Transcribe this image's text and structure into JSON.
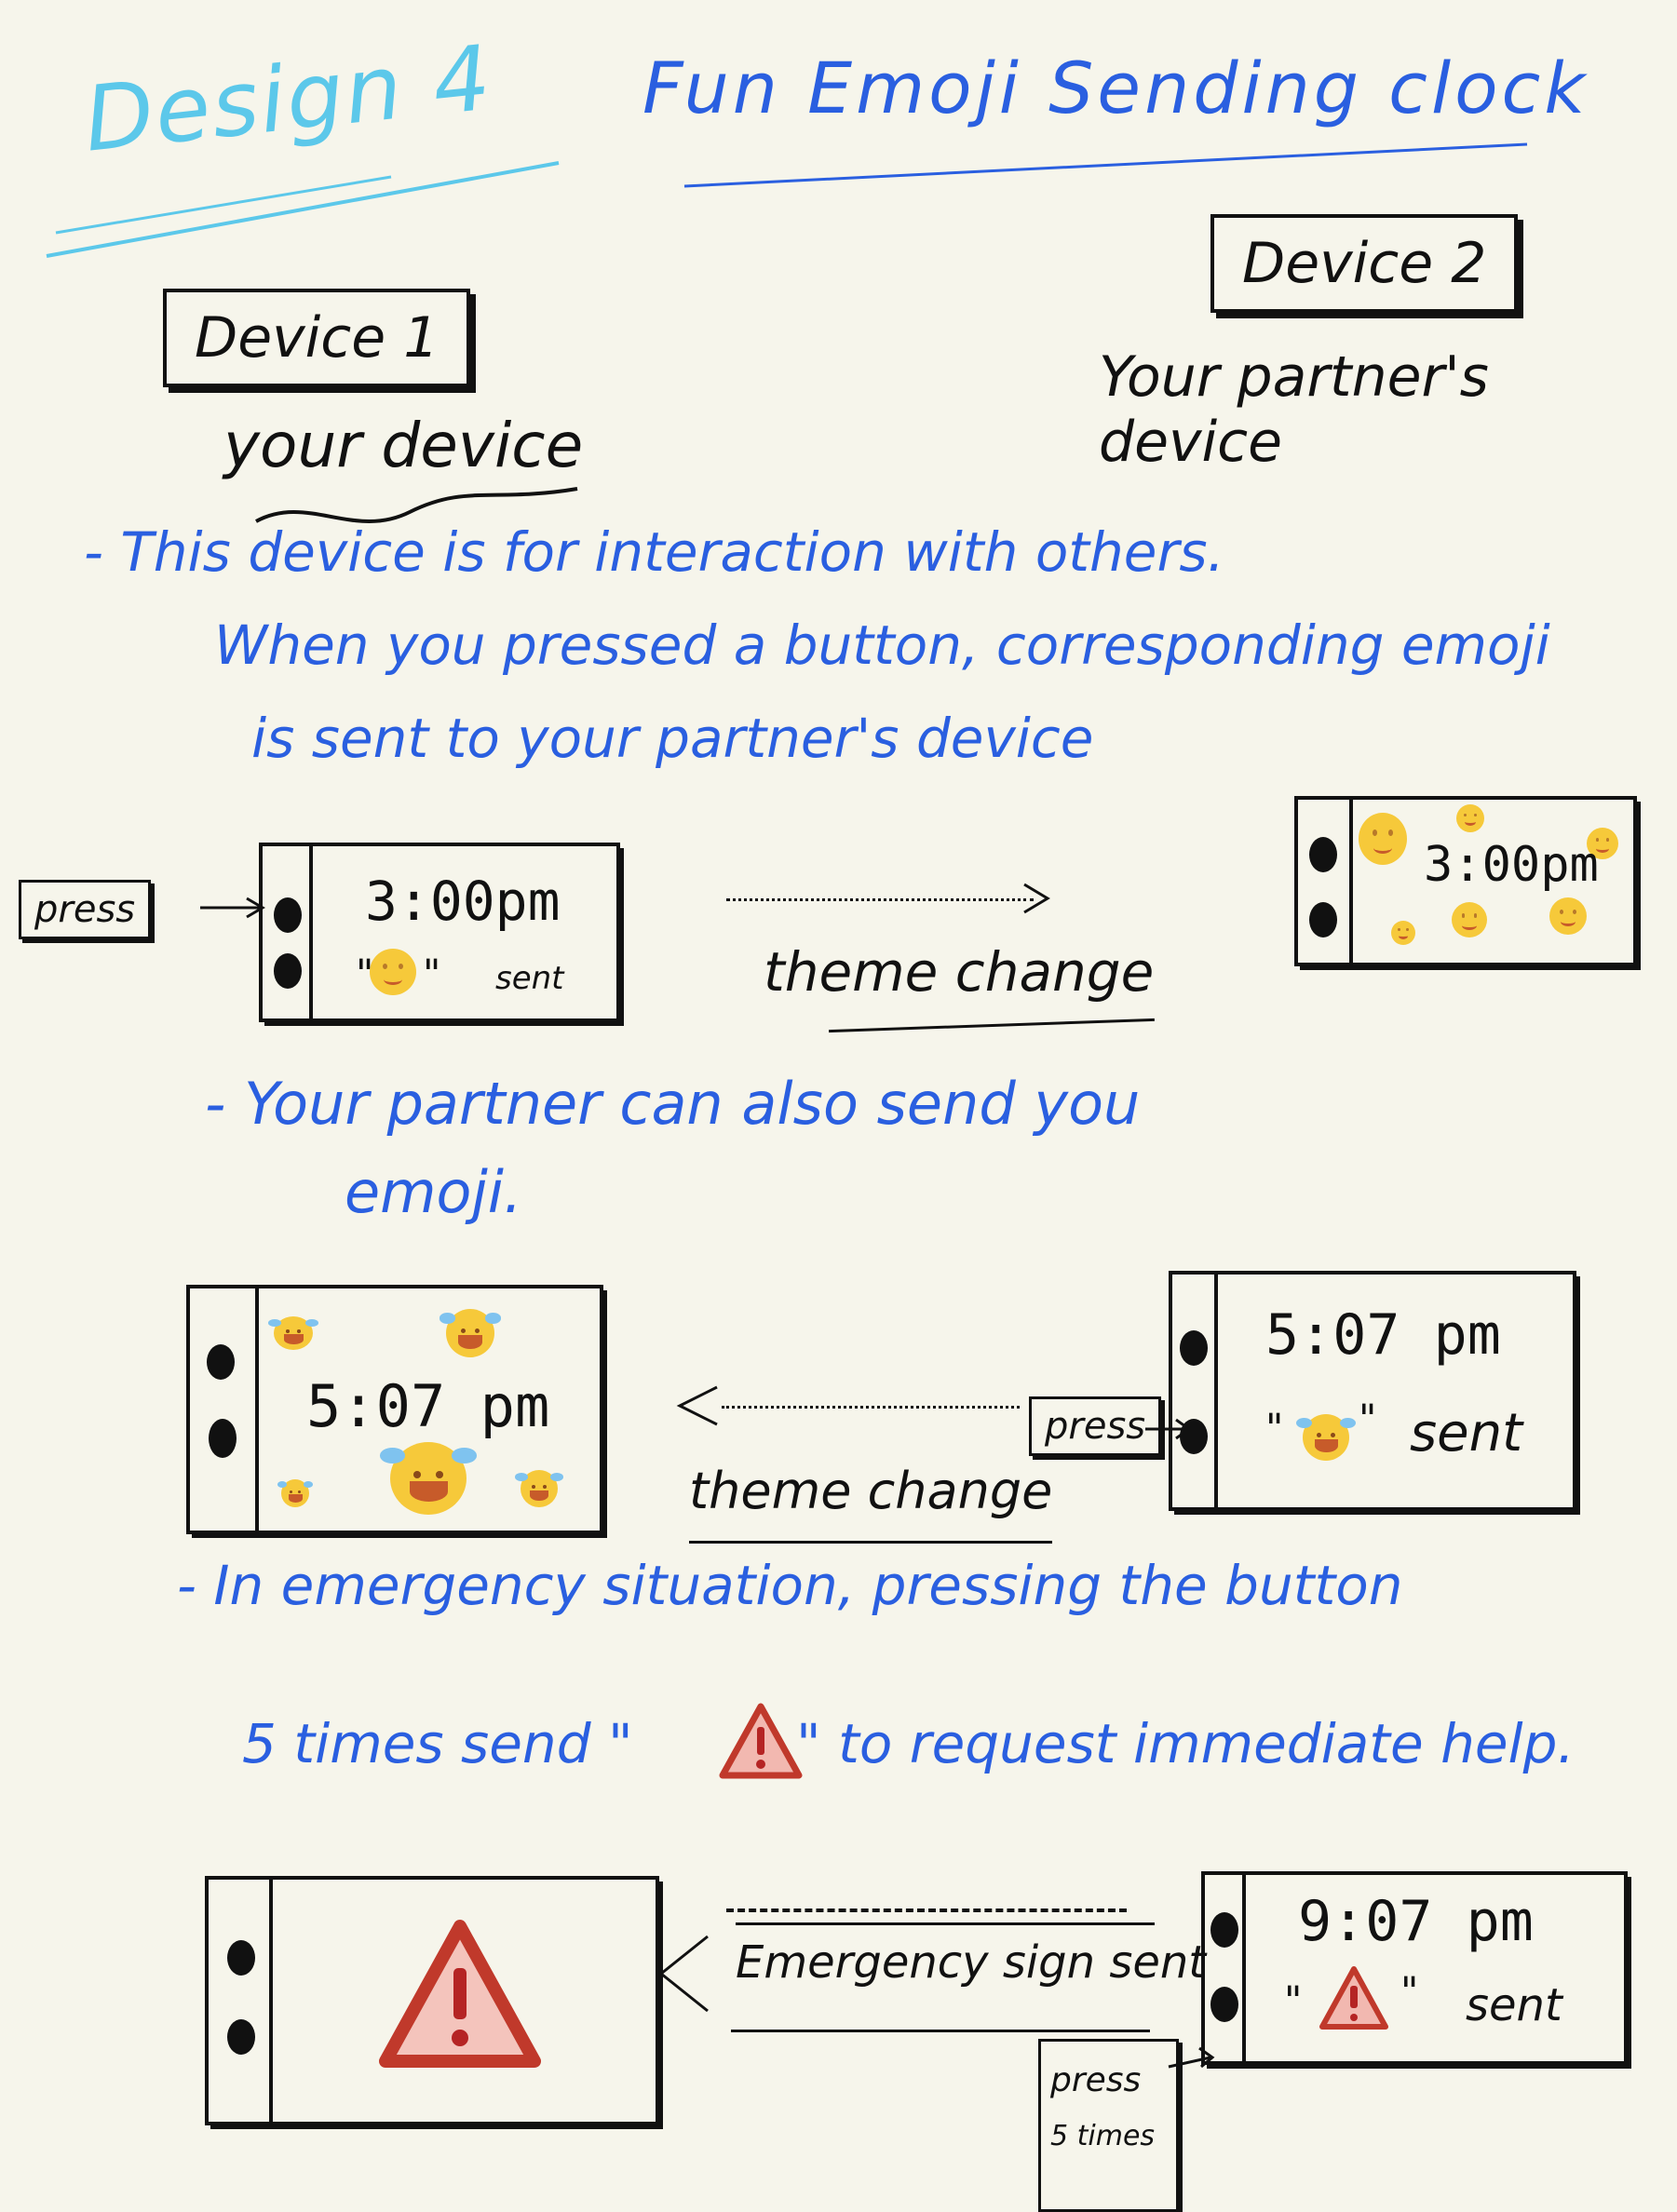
{
  "title": {
    "design": "Design 4",
    "main": "Fun Emoji Sending clock"
  },
  "device1": {
    "label": "Device 1",
    "caption": "your device"
  },
  "device2": {
    "label": "Device 2",
    "caption": "Your partner's device"
  },
  "notes": {
    "first": [
      "- This device is for interaction with others.",
      "When you pressed a button, corresponding emoji",
      "is sent to your partner's device"
    ],
    "second": [
      "- Your partner can also send you",
      "emoji."
    ],
    "third": [
      "- In emergency situation, pressing the button",
      "5 times send \"",
      "\" to request immediate help."
    ]
  },
  "scene1": {
    "press": "press",
    "left_time": "3:00pm",
    "left_sent_quote_open": "\"",
    "left_sent_quote_close": "\"",
    "left_sent": "sent",
    "transition": "theme change",
    "right_time": "3:00pm"
  },
  "scene2": {
    "left_time": "5:07 pm",
    "transition": "theme change",
    "press": "press",
    "right_time": "5:07 pm",
    "right_sent_quote_open": "\"",
    "right_sent_quote_close": "\"",
    "right_sent": "sent"
  },
  "scene3": {
    "transition": "Emergency sign sent",
    "right_time": "9:07 pm",
    "right_sent_quote_open": "\"",
    "right_sent_quote_close": "\"",
    "right_sent": "sent",
    "press_line1": "press",
    "press_line2": "5 times"
  },
  "colors": {
    "blue_ink": "#2a5fe0",
    "cyan_ink": "#5cc8ea",
    "warning_red": "#c0392b",
    "emoji_yellow": "#f6c93a"
  },
  "icons": [
    "smiley-emoji",
    "tears-of-joy-emoji",
    "warning-triangle-icon"
  ]
}
